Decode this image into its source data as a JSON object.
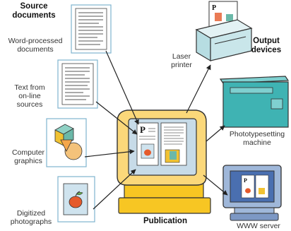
{
  "headings": {
    "source_documents": "Source\ndocuments",
    "output_devices": "Output\ndevices",
    "publication": "Publication"
  },
  "sources": [
    {
      "label": "Word-processed\ndocuments"
    },
    {
      "label": "Text from\non-line\nsources"
    },
    {
      "label": "Computer\ngraphics"
    },
    {
      "label": "Digitized\nphotographs"
    }
  ],
  "outputs": [
    {
      "label": "Laser\nprinter"
    },
    {
      "label": "Phototypesetting\nmachine"
    },
    {
      "label": "WWW server"
    }
  ],
  "page_letter": "P",
  "colors": {
    "monitor_body": "#fbd87a",
    "monitor_base": "#f7c623",
    "screen": "#c7dbe8",
    "printer": "#c9e6ea",
    "phototypesetter": "#3fb3b3",
    "server_body": "#9fb7d9",
    "server_screen": "#4a6fb0",
    "apple": "#e55a2b",
    "cube": "#6bb8a8",
    "orange_shape": "#f4a64a"
  }
}
